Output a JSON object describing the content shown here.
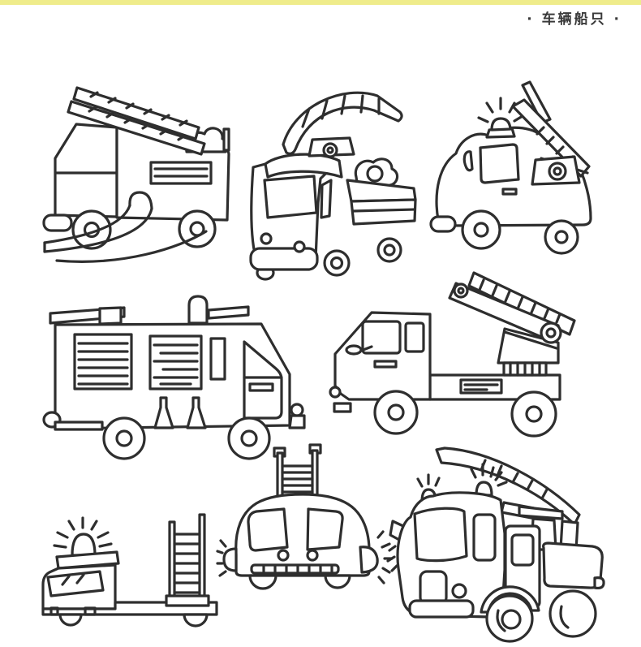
{
  "theme": {
    "ink": "#2e2e2e",
    "strip": "#efec8b",
    "paper": "#ffffff"
  },
  "header": {
    "title": "· 车辆船只 ·"
  },
  "vehicles": [
    {
      "id": "fire-truck-ladder-hose",
      "label": "fire truck with extension ladder and hose"
    },
    {
      "id": "aerial-boom-truck",
      "label": "truck with curved aerial boom over the cab"
    },
    {
      "id": "crane-car-siren",
      "label": "rounded car with crane arm and siren light"
    },
    {
      "id": "fire-engine-van",
      "label": "fire engine with roof rack, siren and shutter panels"
    },
    {
      "id": "aerial-ladder-truck",
      "label": "flatbed truck with raised aerial ladder"
    },
    {
      "id": "flatbed-ladder-truck",
      "label": "flatbed truck with standing ladder and flashing siren"
    },
    {
      "id": "ladder-car-front",
      "label": "car front view with roof ladder and flashing side lights"
    },
    {
      "id": "cartoon-fire-truck",
      "label": "cartoon fire truck with overhead ladder and twin sirens"
    }
  ]
}
